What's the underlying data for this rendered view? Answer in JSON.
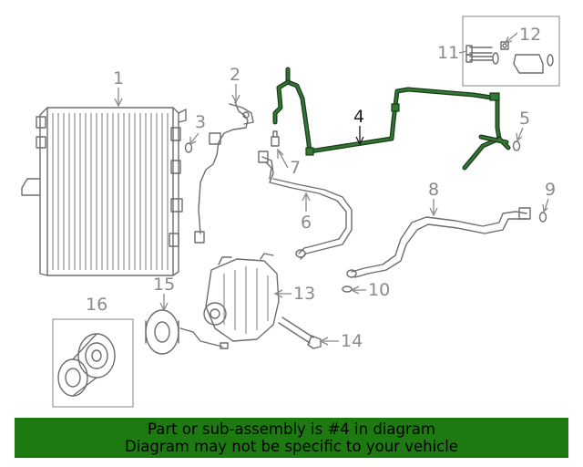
{
  "callouts": {
    "c1": "1",
    "c2": "2",
    "c3": "3",
    "c4": "4",
    "c5": "5",
    "c6": "6",
    "c7": "7",
    "c8": "8",
    "c9": "9",
    "c10": "10",
    "c11": "11",
    "c12": "12",
    "c13": "13",
    "c14": "14",
    "c15": "15",
    "c16": "16"
  },
  "highlighted_part": "4",
  "colors": {
    "highlight": "#2f7a2f",
    "banner": "#1d7a10",
    "line": "#6d6d6d"
  },
  "banner": {
    "line1": "Part or sub-assembly is #4 in diagram",
    "line2": "Diagram may not be specific to your vehicle"
  }
}
